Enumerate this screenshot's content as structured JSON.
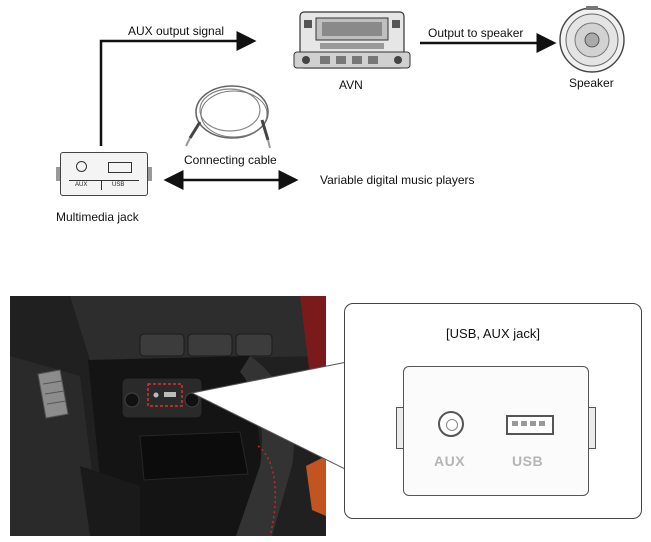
{
  "diagram": {
    "aux_output_label": "AUX output signal",
    "output_to_speaker_label": "Output to speaker",
    "avn_label": "AVN",
    "speaker_label": "Speaker",
    "connecting_cable_label": "Connecting cable",
    "music_players_label": "Variable digital music players",
    "multimedia_jack_label": "Multimedia jack",
    "jack_aux_text": "AUX",
    "jack_usb_text": "USB"
  },
  "detail": {
    "title": "[USB, AUX jack]",
    "aux_text": "AUX",
    "usb_text": "USB"
  }
}
